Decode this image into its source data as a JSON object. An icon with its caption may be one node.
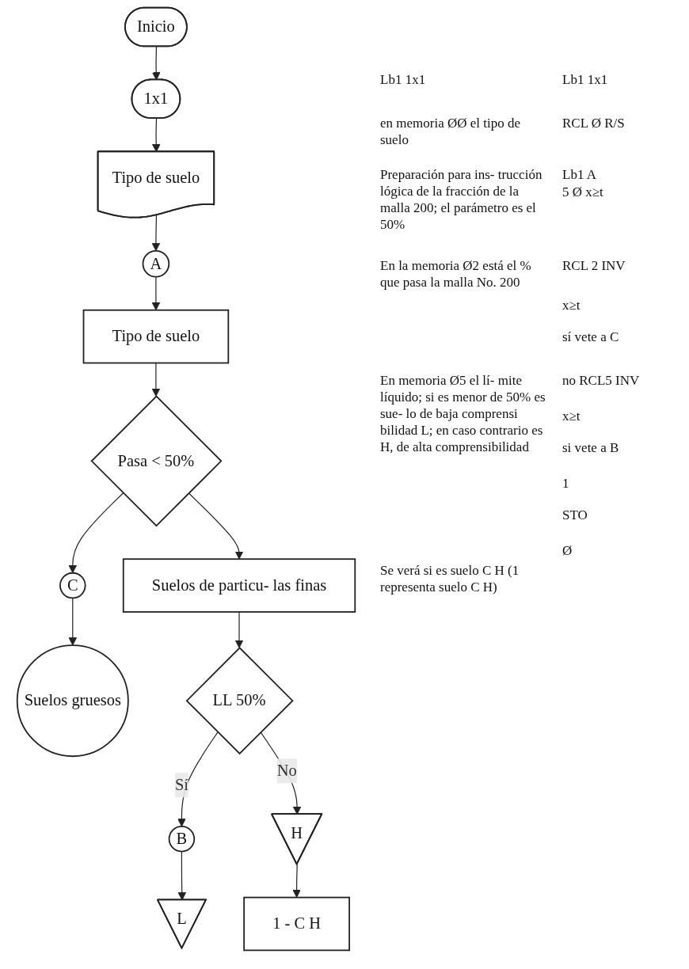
{
  "diagram": {
    "nodes": [
      {
        "text": [
          "Inicio"
        ]
      },
      {
        "text": [
          "1x1"
        ]
      },
      {
        "text": [
          "Tipo de suelo"
        ]
      },
      {
        "text": [
          "A"
        ]
      },
      {
        "text": [
          "Tipo de suelo"
        ]
      },
      {
        "text": [
          "Pasa < 50%"
        ]
      },
      {
        "text": [
          "C"
        ]
      },
      {
        "text": [
          "Suelos gruesos"
        ]
      },
      {
        "text": [
          "Suelos de particu- las finas"
        ]
      },
      {
        "text": [
          "LL 50%"
        ]
      },
      {
        "text": [
          "B"
        ]
      },
      {
        "text": [
          "L"
        ]
      },
      {
        "text": [
          "H"
        ]
      },
      {
        "text": [
          "1 - C H"
        ]
      }
    ],
    "edges": [
      {
        "from": 0,
        "to": 1,
        "arrow": "to"
      },
      {
        "from": 1,
        "to": 2,
        "arrow": "to"
      },
      {
        "from": 2,
        "to": 3,
        "arrow": "to"
      },
      {
        "from": 3,
        "to": 4,
        "arrow": "to"
      },
      {
        "from": 4,
        "to": 5,
        "arrow": "to"
      },
      {
        "from": 5,
        "to": 6,
        "arrow": "to"
      },
      {
        "from": 6,
        "to": 7,
        "arrow": "to"
      },
      {
        "from": 5,
        "to": 8,
        "arrow": "to"
      },
      {
        "from": 8,
        "to": 9,
        "arrow": "to"
      },
      {
        "from": 9,
        "to": 10,
        "label": "Sí",
        "arrow": "to"
      },
      {
        "from": 10,
        "to": 11,
        "arrow": "to"
      },
      {
        "from": 9,
        "to": 12,
        "label": "No",
        "arrow": "to"
      },
      {
        "from": 12,
        "to": 13,
        "arrow": "to"
      }
    ],
    "labels": [
      "Lb1 1x1",
      "Lb1 1x1",
      "en memoria ØØ el tipo de suelo",
      "RCL Ø R/S",
      "Preparación para ins- trucción lógica de la fracción de la malla 200; el parámetro es el 50%",
      "Lb1 A",
      "5 Ø x≥t",
      "En la memoria Ø2 está el % que pasa la malla No. 200",
      "RCL 2 INV",
      "x≥t",
      "sí vete a C",
      "En memoria Ø5 el lí- mite líquido; si es menor de 50% es sue- lo de baja comprensi bilidad L; en caso contrario es H, de alta comprensibilidad",
      "no RCL5 INV",
      "x≥t",
      "si vete a B",
      "1",
      "STO",
      "Ø",
      "Se verá si es suelo C H (1 representa suelo C H)"
    ]
  }
}
